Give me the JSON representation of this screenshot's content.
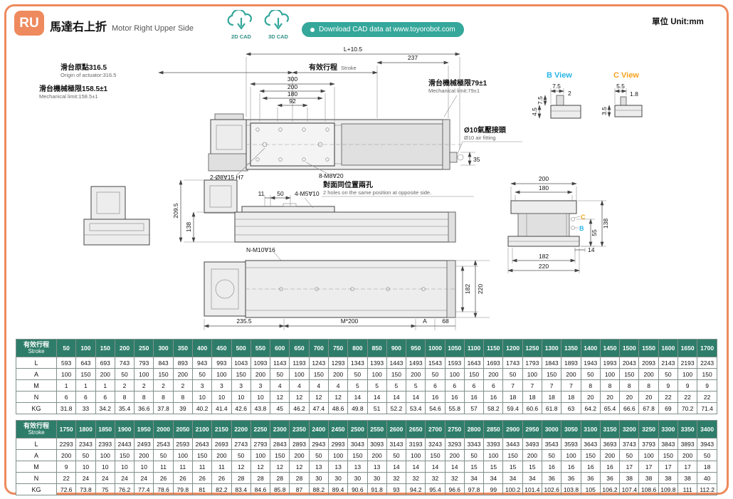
{
  "colors": {
    "frame_orange": "#ee8a5e",
    "teal": "#35a79b",
    "table_header_green": "#2e7d6a",
    "b_view_cyan": "#2bb5e8",
    "c_view_orange": "#f6a21c"
  },
  "header": {
    "badge": "RU",
    "title_zh": "馬達右上折",
    "title_en": "Motor Right Upper Side",
    "cad2d": "2D CAD",
    "cad3d": "3D CAD",
    "pill": "Download CAD data at www.toyorobot.com",
    "unit": "單位 Unit:mm"
  },
  "drawing": {
    "dim_L": "L+10.5",
    "origin_zh": "滑台原點316.5",
    "origin_en": "Origin of actuator:316.5",
    "stroke_zh": "有效行程",
    "stroke_en": "Stroke",
    "dim_237": "237",
    "dim_300": "300",
    "dim_200": "200",
    "dim_180": "180",
    "dim_92": "92",
    "mech_left_zh": "滑台機械極限158.5±1",
    "mech_left_en": "Mechanical limit:158.5±1",
    "mech_right_zh": "滑台機械極限79±1",
    "mech_right_en": "Mechanical limit:79±1",
    "air_zh": "Ø10氣壓接頭",
    "air_en": "Ø10 air fitting",
    "dim_35": "35",
    "holes_2d8": "2-Ø8∀15 H7",
    "holes_8m8": "8-M8∀20",
    "opp_zh": "對面同位置兩孔",
    "opp_en": "2 holes on the same position at opposite side.",
    "dim_11": "11",
    "dim_50": "50",
    "holes_4m5": "4-M5∀10",
    "dim_209_5": "209.5",
    "dim_138_left": "138",
    "holes_nm10": "N-M10∀16",
    "dim_182_bottom": "182",
    "dim_220_bottom": "220",
    "dim_235_5": "235.5",
    "dim_m200": "M*200",
    "dim_A": "A",
    "dim_68": "68",
    "b_view": "B View",
    "c_view": "C View",
    "b_d1": "7.5",
    "b_d2": "2",
    "b_d3": "7.5",
    "b_d4": "4.5",
    "c_d1": "5.5",
    "c_d2": "1.8",
    "c_d3": "3.5",
    "ev_200": "200",
    "ev_180": "180",
    "ev_138": "138",
    "ev_55": "55",
    "ev_14": "14",
    "ev_182": "182",
    "ev_220": "220",
    "label_c": "C",
    "label_b": "B"
  },
  "tables": [
    {
      "header_zh": "有效行程",
      "header_en": "Stroke",
      "strokes": [
        "50",
        "100",
        "150",
        "200",
        "250",
        "300",
        "350",
        "400",
        "450",
        "500",
        "550",
        "600",
        "650",
        "700",
        "750",
        "800",
        "850",
        "900",
        "950",
        "1000",
        "1050",
        "1100",
        "1150",
        "1200",
        "1250",
        "1300",
        "1350",
        "1400",
        "1450",
        "1500",
        "1550",
        "1600",
        "1650",
        "1700"
      ],
      "rows": [
        {
          "label": "L",
          "values": [
            "593",
            "643",
            "693",
            "743",
            "793",
            "843",
            "893",
            "943",
            "993",
            "1043",
            "1093",
            "1143",
            "1193",
            "1243",
            "1293",
            "1343",
            "1393",
            "1443",
            "1493",
            "1543",
            "1593",
            "1643",
            "1693",
            "1743",
            "1793",
            "1843",
            "1893",
            "1943",
            "1993",
            "2043",
            "2093",
            "2143",
            "2193",
            "2243"
          ]
        },
        {
          "label": "A",
          "values": [
            "100",
            "150",
            "200",
            "50",
            "100",
            "150",
            "200",
            "50",
            "100",
            "150",
            "200",
            "50",
            "100",
            "150",
            "200",
            "50",
            "100",
            "150",
            "200",
            "50",
            "100",
            "150",
            "200",
            "50",
            "100",
            "150",
            "200",
            "50",
            "100",
            "150",
            "200",
            "50",
            "100",
            "150"
          ]
        },
        {
          "label": "M",
          "values": [
            "1",
            "1",
            "1",
            "2",
            "2",
            "2",
            "2",
            "3",
            "3",
            "3",
            "3",
            "4",
            "4",
            "4",
            "4",
            "5",
            "5",
            "5",
            "5",
            "6",
            "6",
            "6",
            "6",
            "7",
            "7",
            "7",
            "7",
            "8",
            "8",
            "8",
            "8",
            "9",
            "9",
            "9"
          ]
        },
        {
          "label": "N",
          "values": [
            "6",
            "6",
            "6",
            "8",
            "8",
            "8",
            "8",
            "10",
            "10",
            "10",
            "10",
            "12",
            "12",
            "12",
            "12",
            "14",
            "14",
            "14",
            "14",
            "16",
            "16",
            "16",
            "16",
            "18",
            "18",
            "18",
            "18",
            "20",
            "20",
            "20",
            "20",
            "22",
            "22",
            "22"
          ]
        },
        {
          "label": "KG",
          "values": [
            "31.8",
            "33",
            "34.2",
            "35.4",
            "36.6",
            "37.8",
            "39",
            "40.2",
            "41.4",
            "42.6",
            "43.8",
            "45",
            "46.2",
            "47.4",
            "48.6",
            "49.8",
            "51",
            "52.2",
            "53.4",
            "54.6",
            "55.8",
            "57",
            "58.2",
            "59.4",
            "60.6",
            "61.8",
            "63",
            "64.2",
            "65.4",
            "66.6",
            "67.8",
            "69",
            "70.2",
            "71.4"
          ]
        }
      ]
    },
    {
      "header_zh": "有效行程",
      "header_en": "Stroke",
      "strokes": [
        "1750",
        "1800",
        "1850",
        "1900",
        "1950",
        "2000",
        "2050",
        "2100",
        "2150",
        "2200",
        "2250",
        "2300",
        "2350",
        "2400",
        "2450",
        "2500",
        "2550",
        "2600",
        "2650",
        "2700",
        "2750",
        "2800",
        "2850",
        "2900",
        "2950",
        "3000",
        "3050",
        "3100",
        "3150",
        "3200",
        "3250",
        "3300",
        "3350",
        "3400"
      ],
      "rows": [
        {
          "label": "L",
          "values": [
            "2293",
            "2343",
            "2393",
            "2443",
            "2493",
            "2543",
            "2593",
            "2643",
            "2693",
            "2743",
            "2793",
            "2843",
            "2893",
            "2943",
            "2993",
            "3043",
            "3093",
            "3143",
            "3193",
            "3243",
            "3293",
            "3343",
            "3393",
            "3443",
            "3493",
            "3543",
            "3593",
            "3643",
            "3693",
            "3743",
            "3793",
            "3843",
            "3893",
            "3943"
          ]
        },
        {
          "label": "A",
          "values": [
            "200",
            "50",
            "100",
            "150",
            "200",
            "50",
            "100",
            "150",
            "200",
            "50",
            "100",
            "150",
            "200",
            "50",
            "100",
            "150",
            "200",
            "50",
            "100",
            "150",
            "200",
            "50",
            "100",
            "150",
            "200",
            "50",
            "100",
            "150",
            "200",
            "50",
            "100",
            "150",
            "200",
            "50"
          ]
        },
        {
          "label": "M",
          "values": [
            "9",
            "10",
            "10",
            "10",
            "10",
            "11",
            "11",
            "11",
            "11",
            "12",
            "12",
            "12",
            "12",
            "13",
            "13",
            "13",
            "13",
            "14",
            "14",
            "14",
            "14",
            "15",
            "15",
            "15",
            "15",
            "16",
            "16",
            "16",
            "16",
            "17",
            "17",
            "17",
            "17",
            "18"
          ]
        },
        {
          "label": "N",
          "values": [
            "22",
            "24",
            "24",
            "24",
            "24",
            "26",
            "26",
            "26",
            "26",
            "28",
            "28",
            "28",
            "28",
            "30",
            "30",
            "30",
            "30",
            "32",
            "32",
            "32",
            "32",
            "34",
            "34",
            "34",
            "34",
            "36",
            "36",
            "36",
            "36",
            "38",
            "38",
            "38",
            "38",
            "40"
          ]
        },
        {
          "label": "KG",
          "values": [
            "72.6",
            "73.8",
            "75",
            "76.2",
            "77.4",
            "78.6",
            "79.8",
            "81",
            "82.2",
            "83.4",
            "84.6",
            "85.8",
            "87",
            "88.2",
            "89.4",
            "90.6",
            "91.8",
            "93",
            "94.2",
            "95.4",
            "96.6",
            "97.8",
            "99",
            "100.2",
            "101.4",
            "102.6",
            "103.8",
            "105",
            "106.2",
            "107.4",
            "108.6",
            "109.8",
            "111",
            "112.2"
          ]
        }
      ]
    }
  ]
}
